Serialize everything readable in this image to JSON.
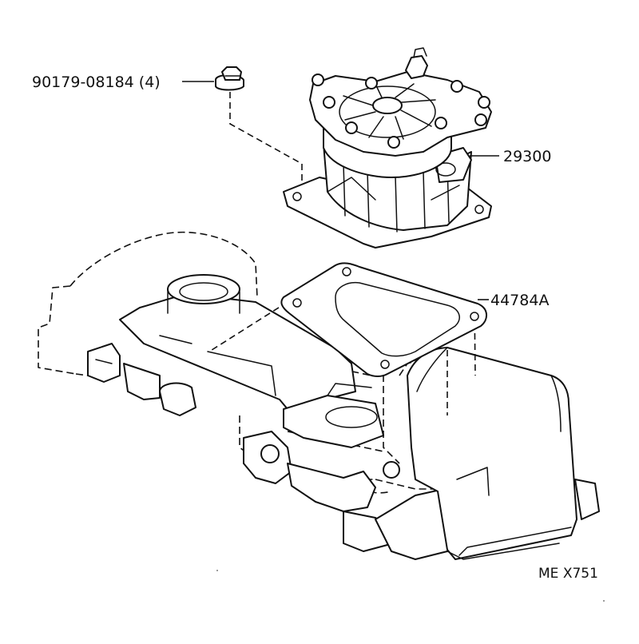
{
  "diagram": {
    "callouts": [
      {
        "id": "bolt",
        "part_number": "90179-08184 (4)"
      },
      {
        "id": "vacuum-pump",
        "part_number": "29300"
      },
      {
        "id": "gasket",
        "part_number": "44784A"
      }
    ],
    "drawing_code": "ME X751"
  }
}
